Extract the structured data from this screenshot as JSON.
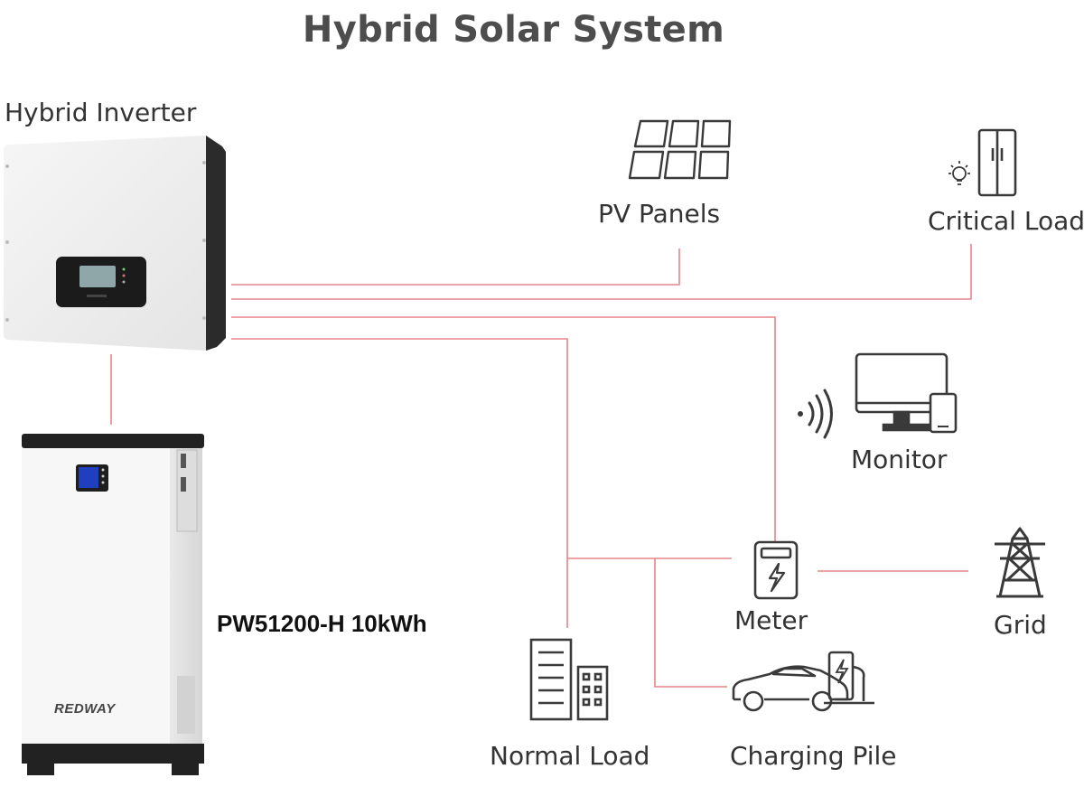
{
  "title": "Hybrid Solar System",
  "inverter": {
    "label": "Hybrid Inverter"
  },
  "battery": {
    "model": "PW51200-H  10kWh",
    "brand": "REDWAY"
  },
  "nodes": {
    "pv_panels": "PV Panels",
    "critical_load": "Critical Load",
    "monitor": "Monitor",
    "meter": "Meter",
    "grid": "Grid",
    "normal_load": "Normal Load",
    "charging_pile": "Charging Pile"
  },
  "colors": {
    "wire": "#e7838a",
    "icon": "#3a3a3a",
    "title": "#4d4d4d",
    "screen": "#1f3fbf"
  },
  "icons": [
    "solar-panel-icon",
    "fridge-icon",
    "bulb-icon",
    "monitor-icon",
    "phone-icon",
    "wifi-icon",
    "meter-icon",
    "pylon-icon",
    "building-icon",
    "car-icon",
    "charger-icon"
  ]
}
